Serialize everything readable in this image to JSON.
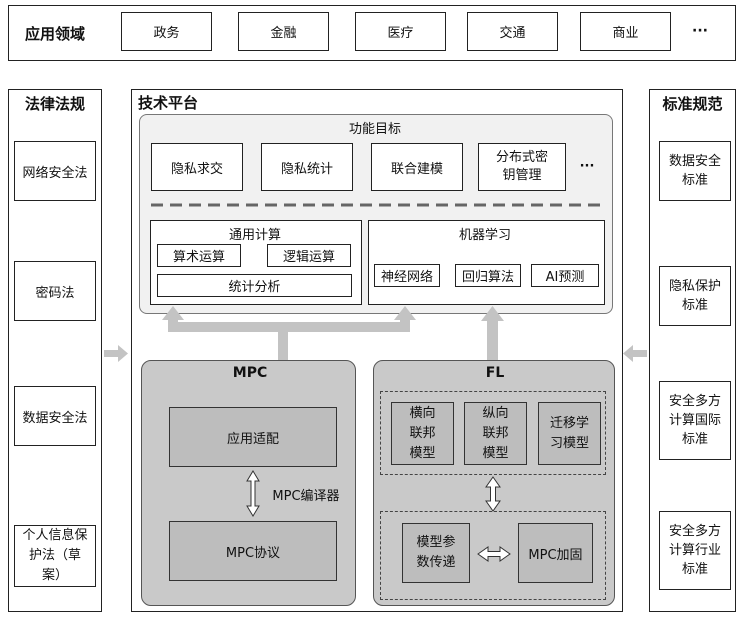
{
  "top": {
    "title": "应用领域",
    "domains": [
      "政务",
      "金融",
      "医疗",
      "交通",
      "商业"
    ],
    "more": "···"
  },
  "left": {
    "title": "法律法规",
    "items": [
      "网络安全法",
      "密码法",
      "数据安全法",
      "个人信息保护法（草案）"
    ]
  },
  "right": {
    "title": "标准规范",
    "items": [
      "数据安全标准",
      "隐私保护标准",
      "安全多方计算国际标准",
      "安全多方计算行业标准"
    ]
  },
  "platform": {
    "title": "技术平台",
    "goals": {
      "title": "功能目标",
      "items": [
        "隐私求交",
        "隐私统计",
        "联合建模",
        "分布式密钥管理"
      ],
      "more": "···"
    },
    "general": {
      "title": "通用计算",
      "items": [
        "算术运算",
        "逻辑运算",
        "统计分析"
      ]
    },
    "ml": {
      "title": "机器学习",
      "items": [
        "神经网络",
        "回归算法",
        "AI预测"
      ]
    },
    "mpc": {
      "title": "MPC",
      "adapt": "应用适配",
      "compiler": "MPC编译器",
      "protocol": "MPC协议"
    },
    "fl": {
      "title": "FL",
      "models": [
        "横向联邦模型",
        "纵向联邦模型",
        "迁移学习模型"
      ],
      "param": "模型参数传递",
      "secure": "MPC加固"
    }
  }
}
